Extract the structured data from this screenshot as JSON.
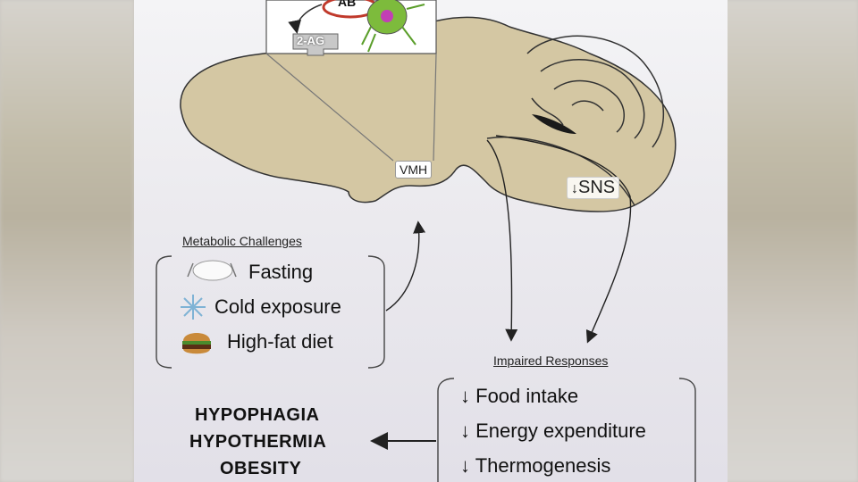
{
  "diagram": {
    "inset_label": "2-AG",
    "inset_partial_label": "AB",
    "vmh_label": "VMH",
    "sns_arrow": "↓",
    "sns_label": "SNS",
    "challenges": {
      "title": "Metabolic Challenges",
      "items": [
        "Fasting",
        "Cold exposure",
        "High-fat diet"
      ]
    },
    "responses": {
      "title": "Impaired Responses",
      "arrow": "↓",
      "items": [
        "Food intake",
        "Energy expenditure",
        "Thermogenesis"
      ]
    },
    "outcomes": [
      "HYPOPHAGIA",
      "HYPOTHERMIA",
      "OBESITY"
    ]
  }
}
